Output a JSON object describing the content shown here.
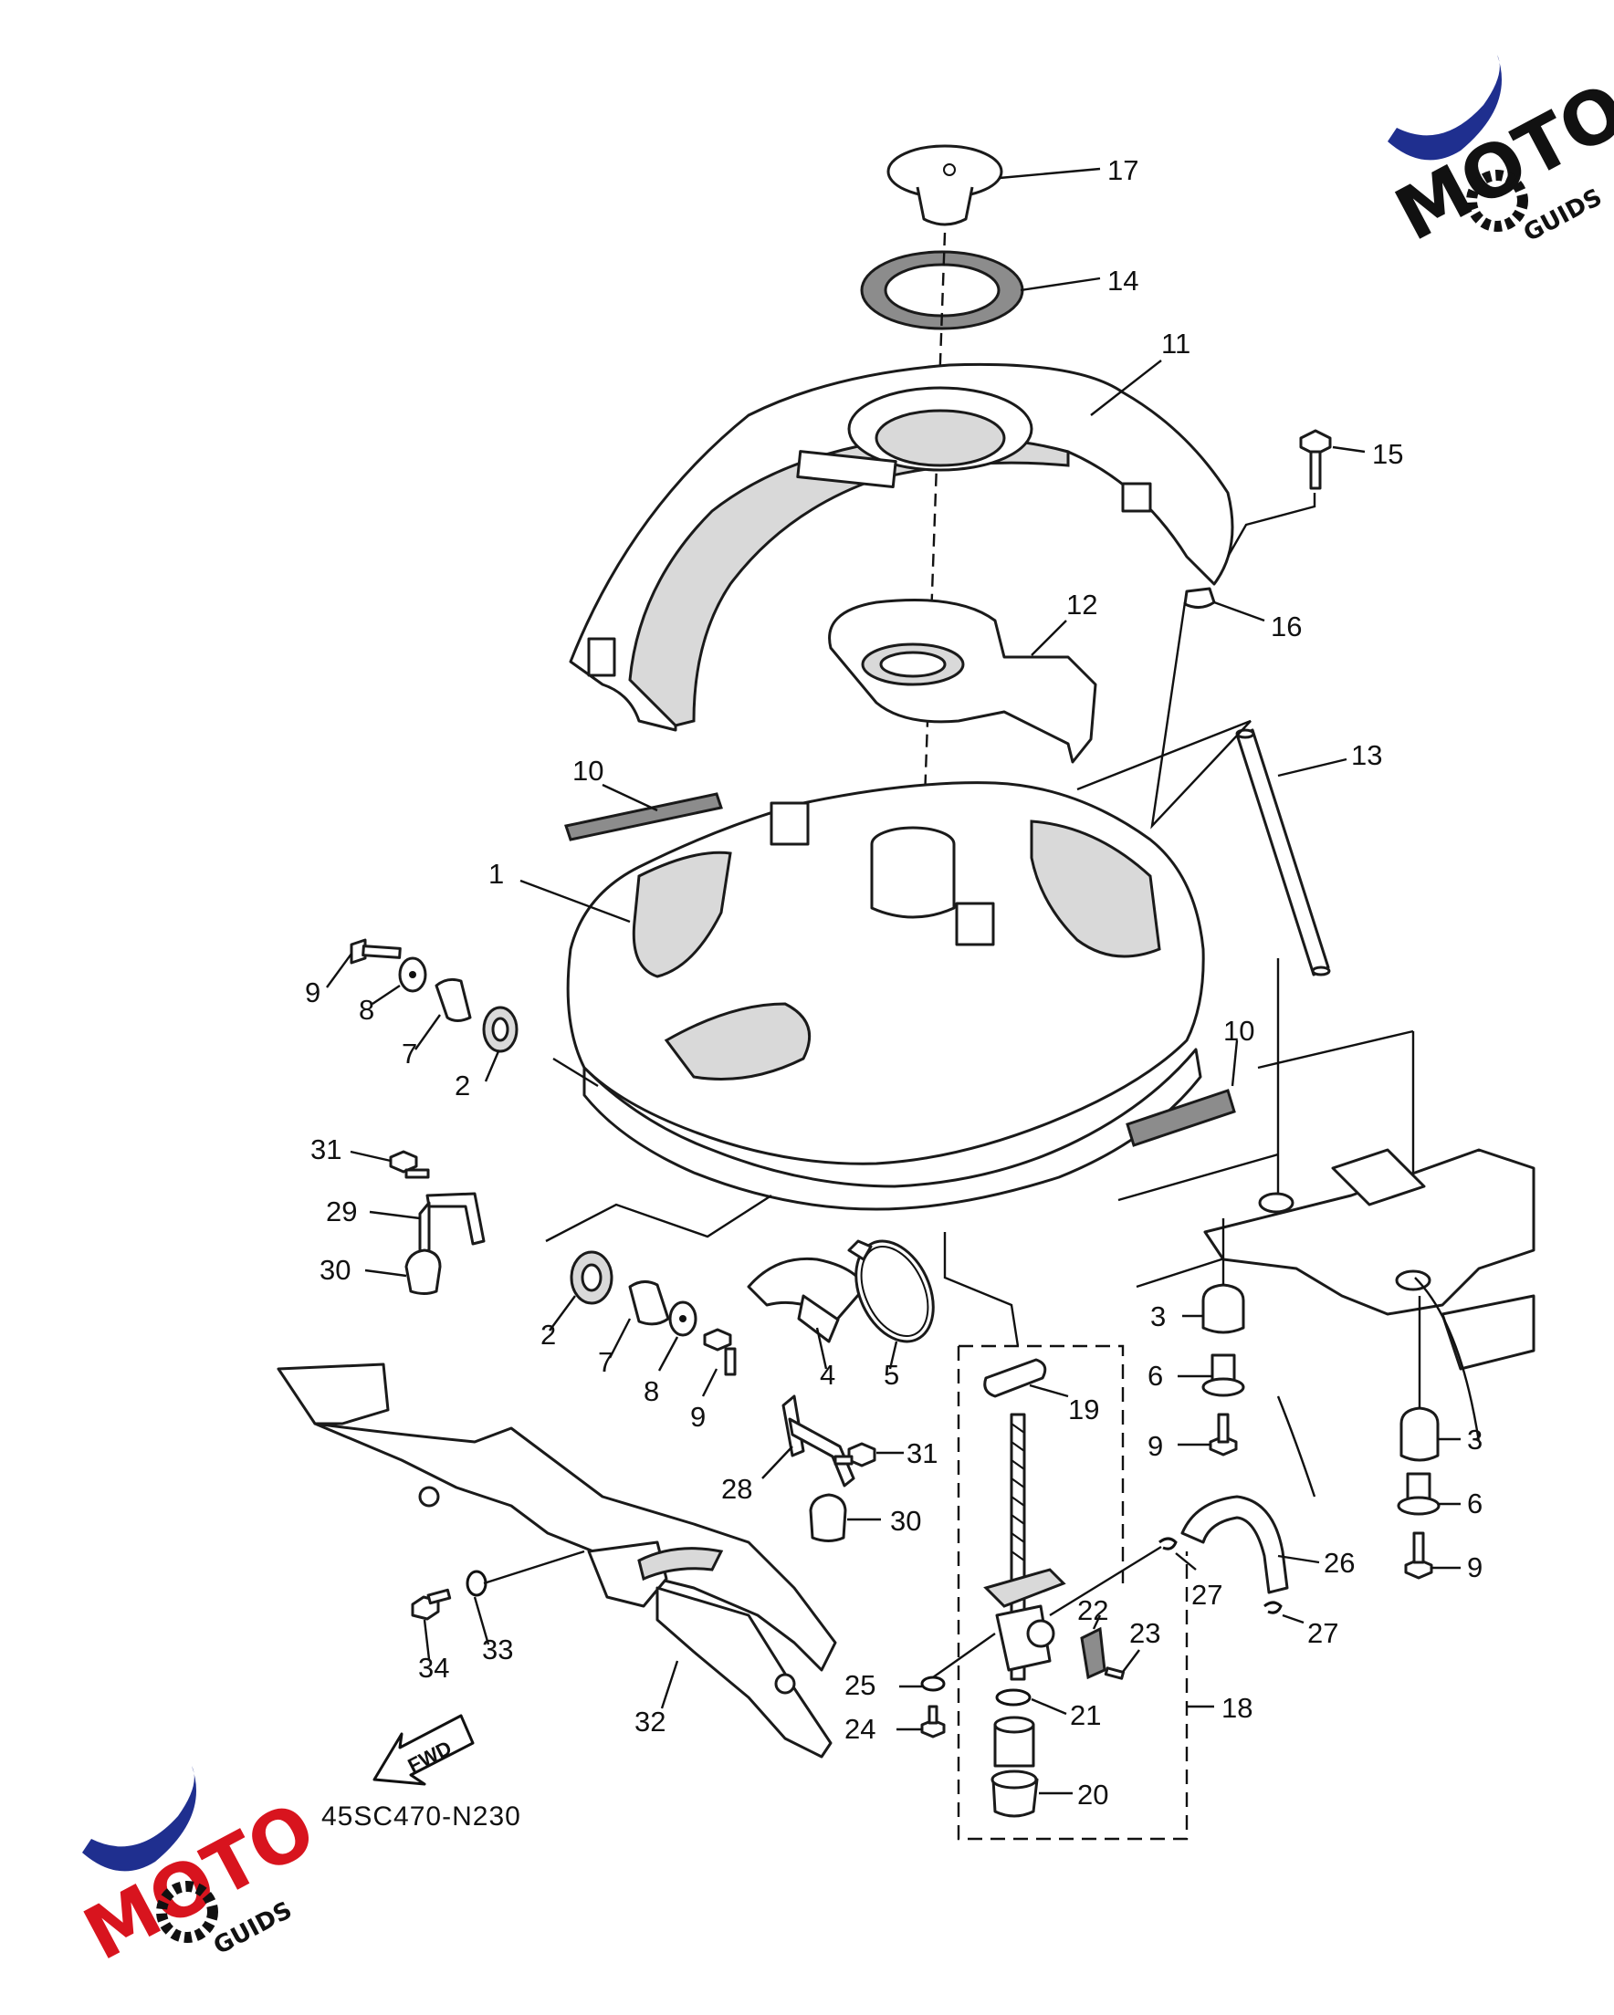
{
  "figure_code": "45SC470-N230",
  "fwd_label": "FWD",
  "watermark": {
    "brand_main": "MOTO",
    "brand_suffix": "GUIDS",
    "colors": {
      "blue": "#1f2f8f",
      "red": "#d8141e",
      "black": "#111111"
    }
  },
  "callouts": [
    "1",
    "2",
    "3",
    "4",
    "5",
    "6",
    "7",
    "8",
    "9",
    "10",
    "11",
    "12",
    "13",
    "14",
    "15",
    "16",
    "17",
    "18",
    "19",
    "20",
    "21",
    "22",
    "23",
    "24",
    "25",
    "26",
    "27",
    "28",
    "29",
    "30",
    "31",
    "32",
    "33",
    "34"
  ],
  "labels": [
    {
      "id": "17",
      "text": "17"
    },
    {
      "id": "14",
      "text": "14"
    },
    {
      "id": "11",
      "text": "11"
    },
    {
      "id": "15",
      "text": "15"
    },
    {
      "id": "12",
      "text": "12"
    },
    {
      "id": "16",
      "text": "16"
    },
    {
      "id": "13",
      "text": "13"
    },
    {
      "id": "10a",
      "text": "10"
    },
    {
      "id": "1",
      "text": "1"
    },
    {
      "id": "9a",
      "text": "9"
    },
    {
      "id": "8a",
      "text": "8"
    },
    {
      "id": "7a",
      "text": "7"
    },
    {
      "id": "2a",
      "text": "2"
    },
    {
      "id": "10b",
      "text": "10"
    },
    {
      "id": "31a",
      "text": "31"
    },
    {
      "id": "29",
      "text": "29"
    },
    {
      "id": "30a",
      "text": "30"
    },
    {
      "id": "2b",
      "text": "2"
    },
    {
      "id": "7b",
      "text": "7"
    },
    {
      "id": "8b",
      "text": "8"
    },
    {
      "id": "9b",
      "text": "9"
    },
    {
      "id": "4",
      "text": "4"
    },
    {
      "id": "5",
      "text": "5"
    },
    {
      "id": "3a",
      "text": "3"
    },
    {
      "id": "6a",
      "text": "6"
    },
    {
      "id": "9c",
      "text": "9"
    },
    {
      "id": "19",
      "text": "19"
    },
    {
      "id": "3b",
      "text": "3"
    },
    {
      "id": "6b",
      "text": "6"
    },
    {
      "id": "9d",
      "text": "9"
    },
    {
      "id": "31b",
      "text": "31"
    },
    {
      "id": "28",
      "text": "28"
    },
    {
      "id": "30b",
      "text": "30"
    },
    {
      "id": "26",
      "text": "26"
    },
    {
      "id": "27a",
      "text": "27"
    },
    {
      "id": "27b",
      "text": "27"
    },
    {
      "id": "22",
      "text": "22"
    },
    {
      "id": "23",
      "text": "23"
    },
    {
      "id": "25",
      "text": "25"
    },
    {
      "id": "21",
      "text": "21"
    },
    {
      "id": "18",
      "text": "18"
    },
    {
      "id": "24",
      "text": "24"
    },
    {
      "id": "20",
      "text": "20"
    },
    {
      "id": "34",
      "text": "34"
    },
    {
      "id": "33",
      "text": "33"
    },
    {
      "id": "32",
      "text": "32"
    }
  ]
}
